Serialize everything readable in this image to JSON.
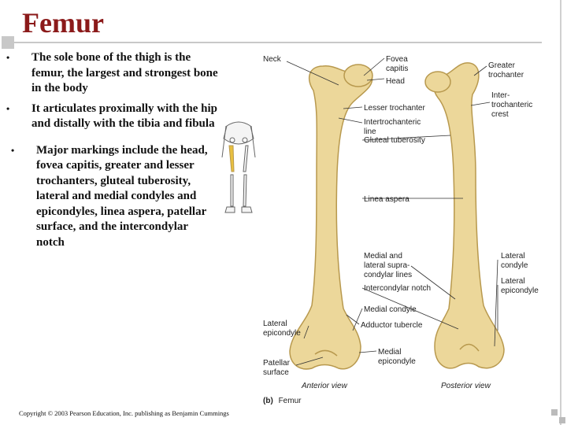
{
  "slide": {
    "title": "Femur"
  },
  "bullets": [
    {
      "marker": "•",
      "text": "The sole bone of the thigh is the femur, the largest and strongest bone in the body"
    },
    {
      "marker": "•",
      "text": "It articulates proximally with the hip and distally with the tibia and fibula"
    },
    {
      "marker": "•",
      "text": "Major markings include the head, fovea capitis, greater and lesser trochanters, gluteal tuberosity, lateral and medial condyles and epicondyles, linea aspera, patellar surface, and the intercondylar notch"
    }
  ],
  "figure": {
    "caption_part": "(b)",
    "caption_name": "Femur",
    "anterior_view": "Anterior view",
    "posterior_view": "Posterior view",
    "labels": {
      "neck": "Neck",
      "fovea_1": "Fovea",
      "fovea_2": "capitis",
      "head": "Head",
      "greater_1": "Greater",
      "greater_2": "trochanter",
      "inter_crest_1": "Inter-",
      "inter_crest_2": "trochanteric",
      "inter_crest_3": "crest",
      "lesser": "Lesser trochanter",
      "inter_line_1": "Intertrochanteric",
      "inter_line_2": "line",
      "gluteal": "Gluteal tuberosity",
      "linea": "Linea aspera",
      "med_supra_1": "Medial and",
      "med_supra_2": "lateral supra-",
      "med_supra_3": "condylar lines",
      "intercondylar": "Intercondylar notch",
      "lat_condyle_1": "Lateral",
      "lat_condyle_2": "condyle",
      "lat_epi_r_1": "Lateral",
      "lat_epi_r_2": "epicondyle",
      "medial_condyle": "Medial condyle",
      "lat_epi_l_1": "Lateral",
      "lat_epi_l_2": "epicondyle",
      "adductor": "Adductor tubercle",
      "med_epi_1": "Medial",
      "med_epi_2": "epicondyle",
      "patellar_1": "Patellar",
      "patellar_2": "surface"
    }
  },
  "copyright": "Copyright © 2003 Pearson Education, Inc. publishing as Benjamin Cummings",
  "colors": {
    "title": "#8b1a1a",
    "bone_fill": "#ecd79a",
    "bone_stroke": "#b8994e",
    "femur_highlight": "#e8c040"
  }
}
